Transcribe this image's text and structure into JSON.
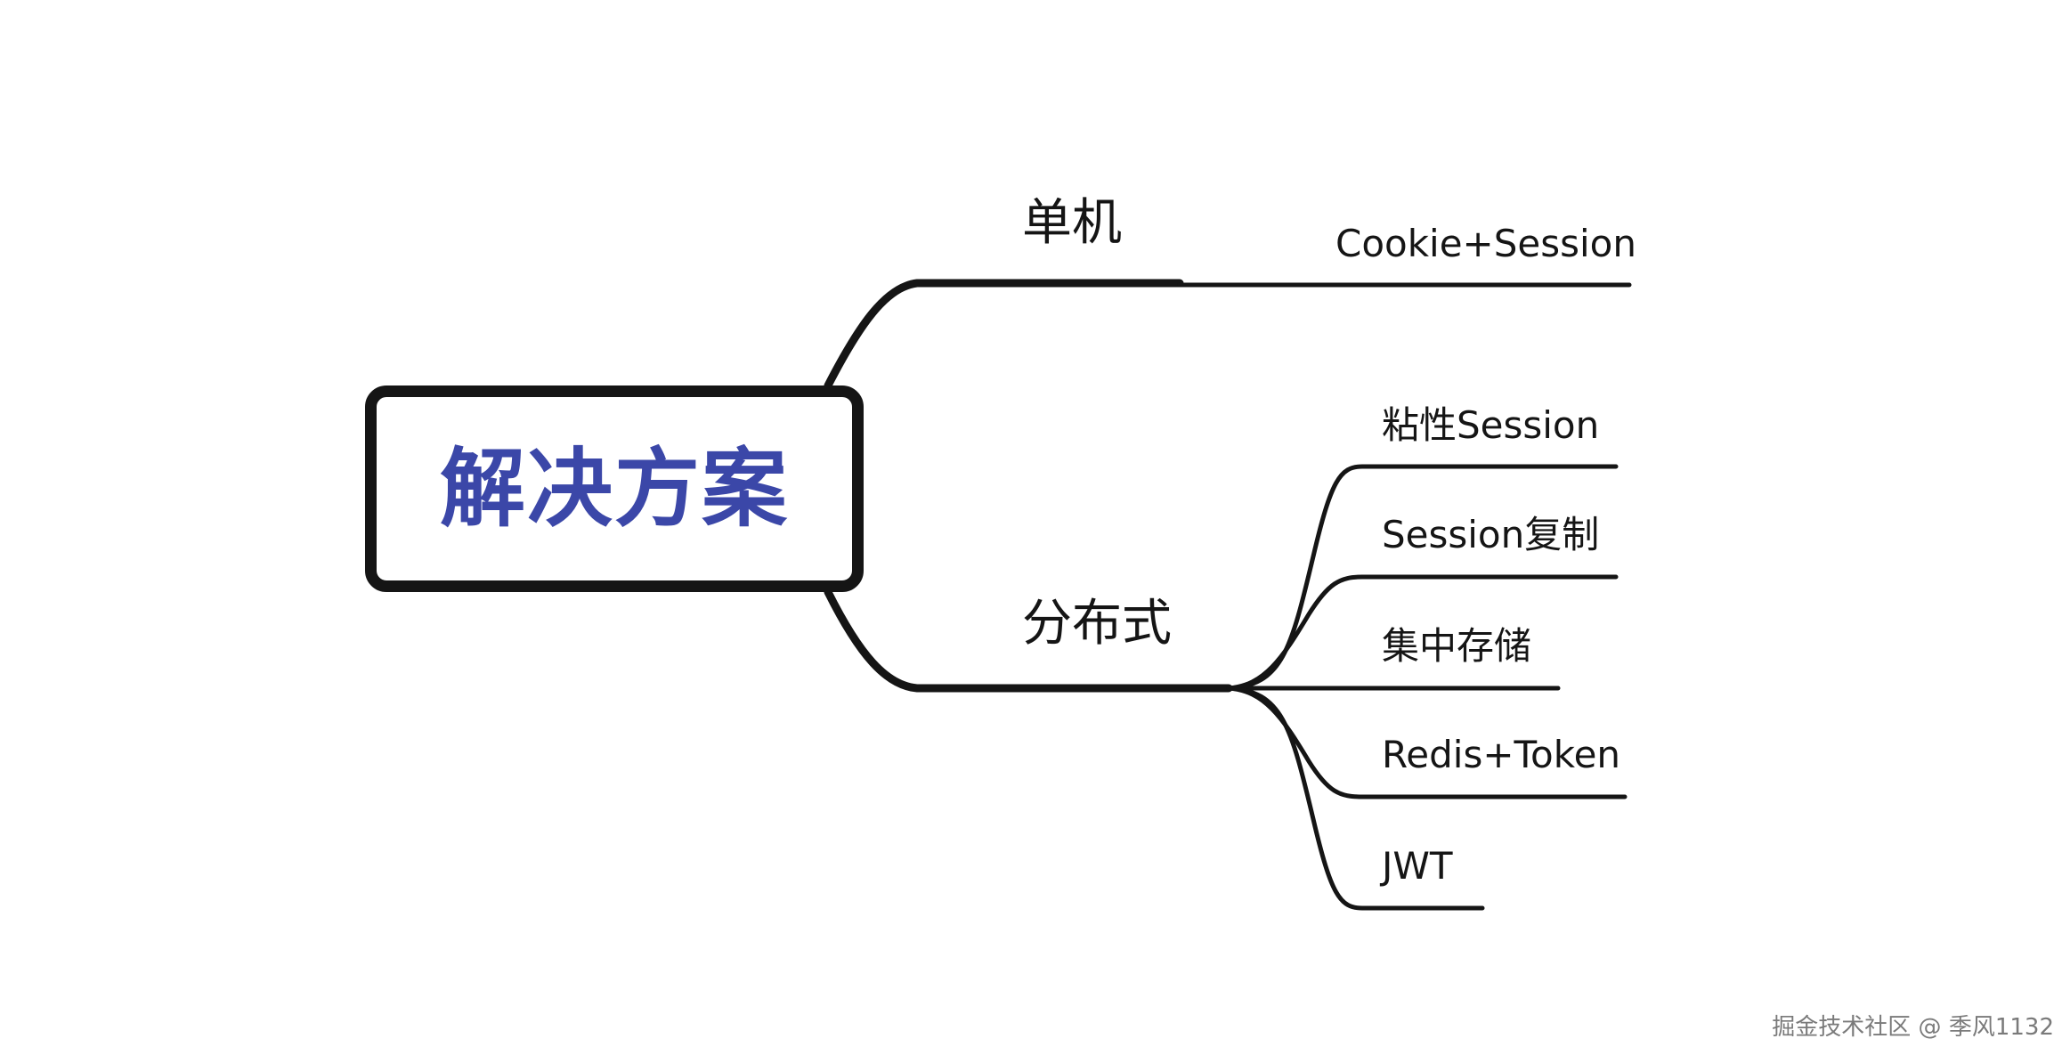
{
  "mindmap": {
    "root": {
      "label": "解决方案",
      "color": "#3b47a8"
    },
    "branches": [
      {
        "label": "单机",
        "children": [
          "Cookie+Session"
        ]
      },
      {
        "label": "分布式",
        "children": [
          "粘性Session",
          "Session复制",
          "集中存储",
          "Redis+Token",
          "JWT"
        ]
      }
    ],
    "line_color": "#151515"
  },
  "watermark": "掘金技术社区 @ 季风1132"
}
